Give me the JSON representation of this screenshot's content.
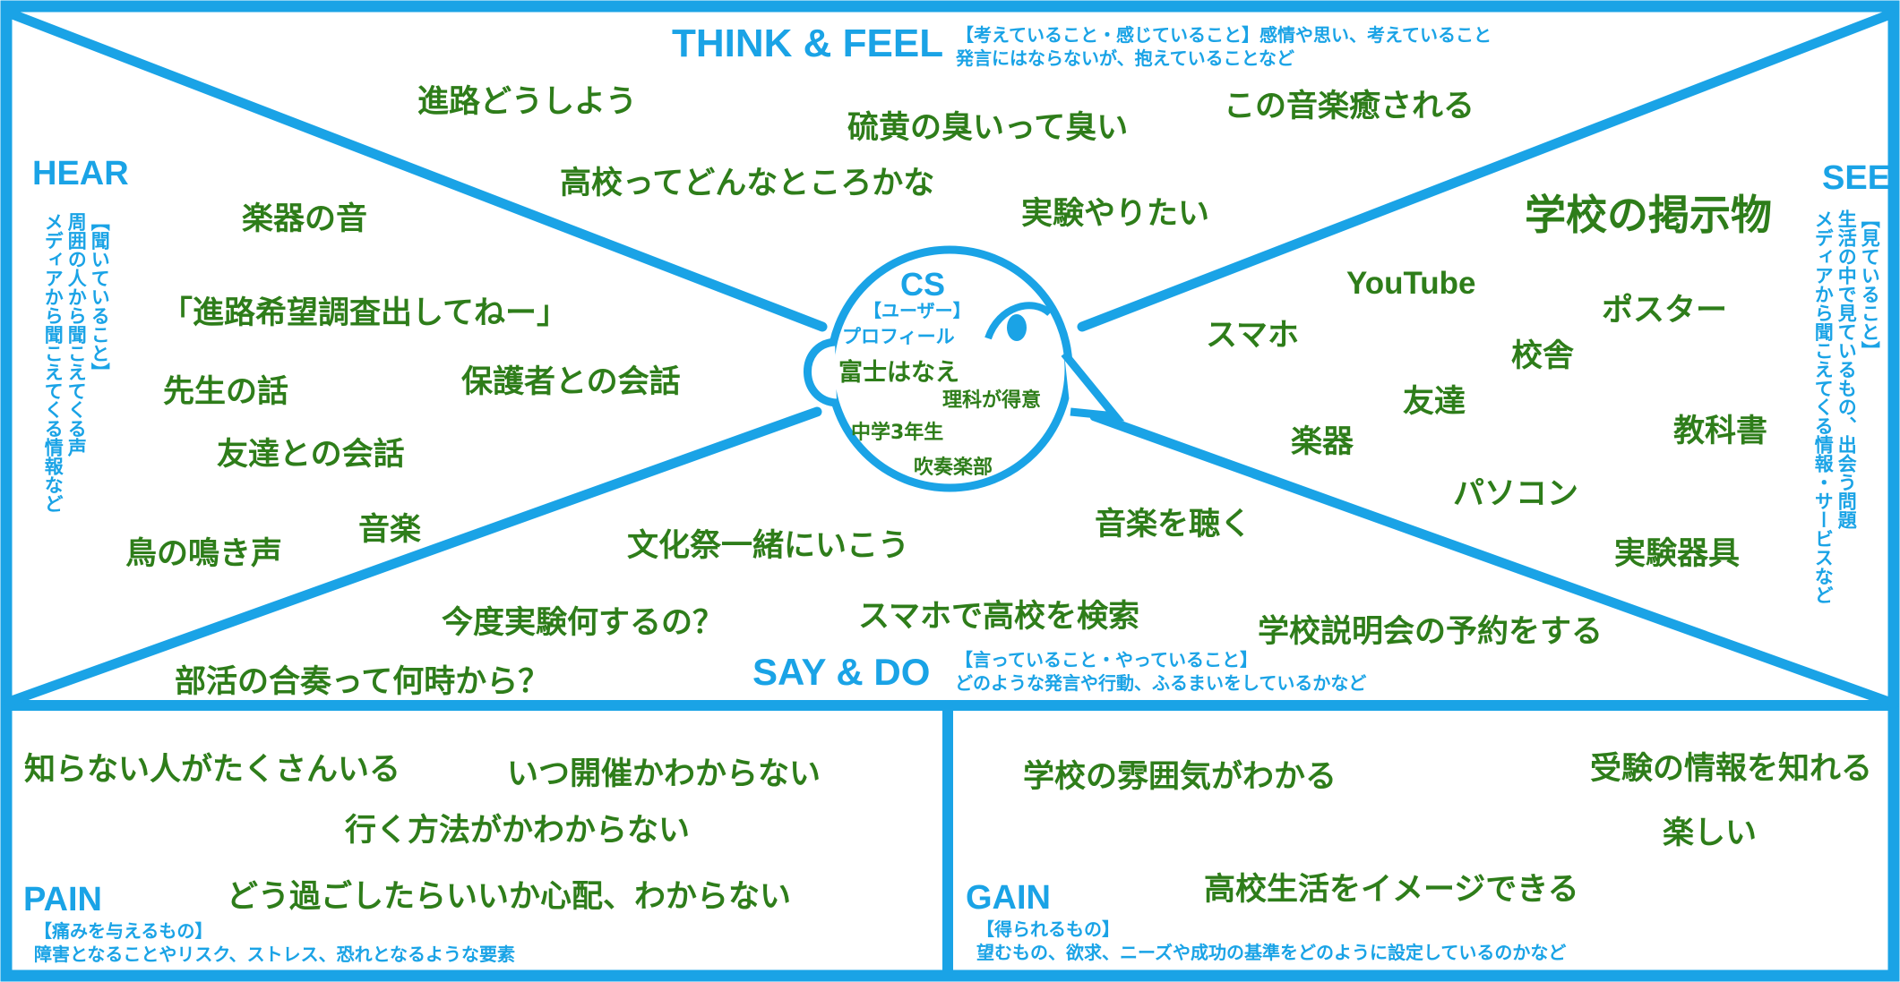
{
  "colors": {
    "frame": "#1aa3e6",
    "text": "#2e7d1a",
    "background": "#ffffff"
  },
  "sections": {
    "think_feel": {
      "title": "THINK & FEEL",
      "desc_line1": "【考えていること・感じていること】感情や思い、考えていること",
      "desc_line2": "発言にはならないが、抱えていることなど"
    },
    "hear": {
      "title": "HEAR",
      "desc_line1": "【聞いていること】",
      "desc_line2": "周囲の人から聞こえてくる声",
      "desc_line3": "メディアから聞こえてくる情報など"
    },
    "see": {
      "title": "SEE",
      "desc_line1": "【見ていること】",
      "desc_line2": "生活の中で見ているもの、出会う問題",
      "desc_line3": "メディアから聞こえてくる情報・サービスなど"
    },
    "say_do": {
      "title": "SAY & DO",
      "desc_line1": "【言っていること・やっていること】",
      "desc_line2": "どのような発言や行動、ふるまいをしているかなど"
    },
    "pain": {
      "title": "PAIN",
      "desc_line1": "【痛みを与えるもの】",
      "desc_line2": "障害となることやリスク、ストレス、恐れとなるような要素"
    },
    "gain": {
      "title": "GAIN",
      "desc_line1": "【得られるもの】",
      "desc_line2": "望むもの、欲求、ニーズや成功の基準をどのように設定しているのかなど"
    }
  },
  "center": {
    "title": "CS",
    "label1": "【ユーザー】",
    "label2": "プロフィール",
    "name": "富士はなえ",
    "trait1": "理科が得意",
    "trait2": "中学3年生",
    "trait3": "吹奏楽部"
  },
  "notes": {
    "think": [
      "進路どうしよう",
      "硫黄の臭いって臭い",
      "この音楽癒される",
      "高校ってどんなところかな",
      "実験やりたい"
    ],
    "hear": [
      "楽器の音",
      "「進路希望調査出してねー」",
      "先生の話",
      "保護者との会話",
      "友達との会話",
      "音楽",
      "鳥の鳴き声"
    ],
    "see": [
      "学校の掲示物",
      "YouTube",
      "スマホ",
      "ポスター",
      "校舎",
      "友達",
      "楽器",
      "教科書",
      "パソコン",
      "実験器具"
    ],
    "say": [
      "文化祭一緒にいこう",
      "音楽を聴く",
      "今度実験何するの？",
      "スマホで高校を検索",
      "学校説明会の予約をする",
      "部活の合奏って何時から？"
    ],
    "pain": [
      "知らない人がたくさんいる",
      "いつ開催かわからない",
      "行く方法がかわからない",
      "どう過ごしたらいいか心配、わからない"
    ],
    "gain": [
      "学校の雰囲気がわかる",
      "受験の情報を知れる",
      "楽しい",
      "高校生活をイメージできる"
    ]
  }
}
